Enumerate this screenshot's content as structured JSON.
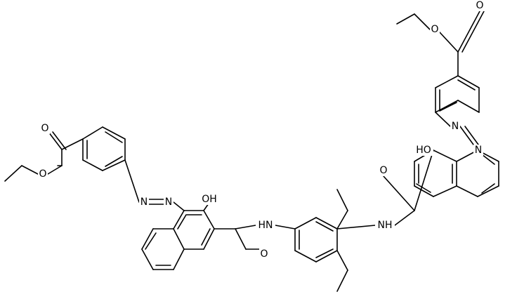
{
  "structure": {
    "atom_labels": {
      "o_left_carbonyl": "O",
      "o_left_ester": "O",
      "n_left_1": "N",
      "n_left_2": "N",
      "oh_left": "OH",
      "nh_left": "HN",
      "o_left_amide": "O",
      "nh_right": "NH",
      "o_right_amide": "O",
      "oh_right": "HO",
      "n_right_1": "N",
      "n_right_2": "N",
      "o_right_carbonyl": "O",
      "o_right_ester": "O"
    }
  }
}
